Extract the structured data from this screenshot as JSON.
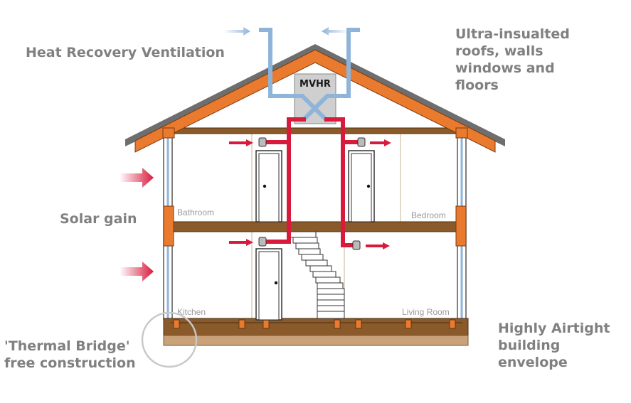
{
  "callouts": {
    "heat_recovery": "Heat Recovery Ventilation",
    "ultra_insulated": "Ultra-insualted\nroofs, walls\nwindows and\nfloors",
    "solar_gain": "Solar gain",
    "airtight": "Highly Airtight\nbuilding\nenvelope",
    "thermal_bridge": "'Thermal Bridge'\nfree construction"
  },
  "unit_label": "MVHR",
  "rooms": {
    "bathroom": "Bathroom",
    "bedroom": "Bedroom",
    "kitchen": "Kitchen",
    "living_room": "Living Room"
  },
  "colors": {
    "roof": "#e97a2e",
    "roof_shingles": "#6e6e6e",
    "timber": "#8b5a2b",
    "floor_boards": "#c9a27a",
    "intake_duct": "#8fb4d9",
    "supply_duct": "#d81b3c",
    "mvhr_box": "#cfcfcf",
    "solar_arrow": "#d81b3c",
    "label_text": "#808080"
  }
}
